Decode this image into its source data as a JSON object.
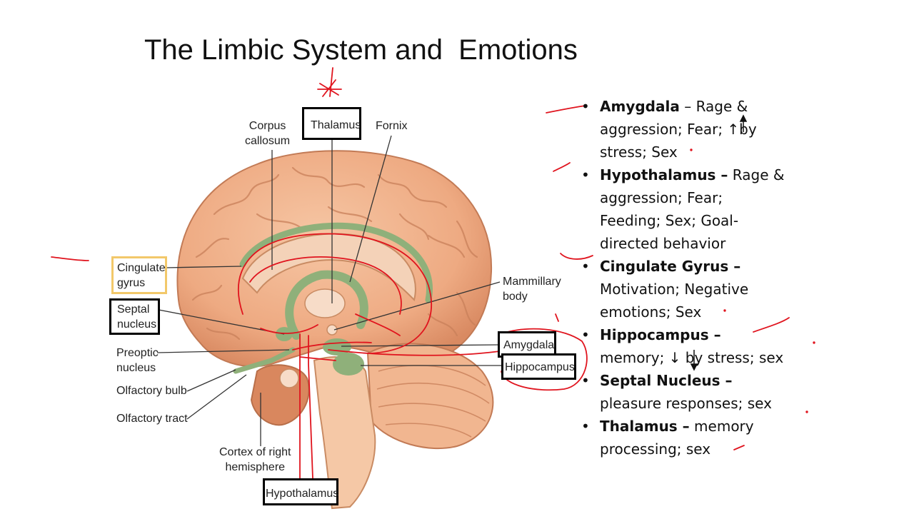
{
  "slide": {
    "title": "The Limbic System and  Emotions"
  },
  "diagram": {
    "labels": {
      "corpus_callosum_1": "Corpus",
      "corpus_callosum_2": "callosum",
      "thalamus": "Thalamus",
      "fornix": "Fornix",
      "cingulate_1": "Cingulate",
      "cingulate_2": "gyrus",
      "septal_1": "Septal",
      "septal_2": "nucleus",
      "preoptic_1": "Preoptic",
      "preoptic_2": "nucleus",
      "olfactory_bulb": "Olfactory bulb",
      "olfactory_tract": "Olfactory tract",
      "cortex_1": "Cortex of right",
      "cortex_2": "hemisphere",
      "hypothalamus": "Hypothalamus",
      "mammillary_1": "Mammillary",
      "mammillary_2": "body",
      "amygdala": "Amygdala",
      "hippocampus": "Hippocampus"
    }
  },
  "bullets": [
    {
      "term": "Amygdala",
      "sep": " – ",
      "l1": "Rage &",
      "l2": "aggression; Fear;  ↑by",
      "l3": "stress; Sex"
    },
    {
      "term": "Hypothalamus –",
      "sep": " ",
      "l1": "Rage &",
      "l2": "aggression; Fear;",
      "l3": "Feeding; Sex; Goal-",
      "l4": "directed behavior"
    },
    {
      "term": "Cingulate Gyrus –",
      "l2": "Motivation; Negative",
      "l3": "emotions; Sex"
    },
    {
      "term": "Hippocampus –",
      "l2": "memory; ↓ by stress; sex"
    },
    {
      "term": "Septal Nucleus –",
      "l2": "pleasure responses; sex"
    },
    {
      "term": "Thalamus –",
      "sep": " ",
      "l1": "memory",
      "l2": "processing; sex"
    }
  ],
  "colors": {
    "annotation_ink": "#e0141e",
    "brain_tissue": "#f0b48e",
    "limbic_green": "#8fb07a",
    "cingulate_box": "#f2c86a"
  }
}
